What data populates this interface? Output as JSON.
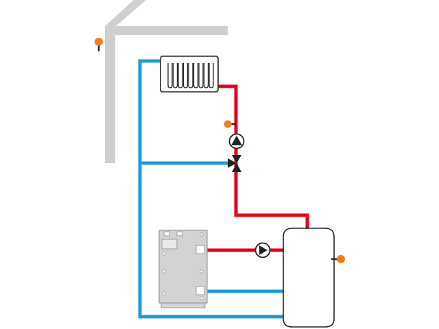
{
  "diagram": {
    "kind": "heating-system-schematic",
    "components": [
      "building-outline",
      "outdoor-temperature-sensor",
      "radiator",
      "flow-temperature-sensor",
      "heating-circuit-pump",
      "three-way-mixing-valve",
      "heat-source-unit",
      "charging-pump",
      "buffer-storage-tank",
      "tank-temperature-sensor"
    ]
  },
  "colors": {
    "background": "#ffffff",
    "building": "#cfcfcf",
    "supply_pipe": "#e3001b",
    "return_pipe": "#1e9bd7",
    "sensor": "#f07d1a",
    "outline": "#222222",
    "unit_body": "#d3d3d3"
  }
}
